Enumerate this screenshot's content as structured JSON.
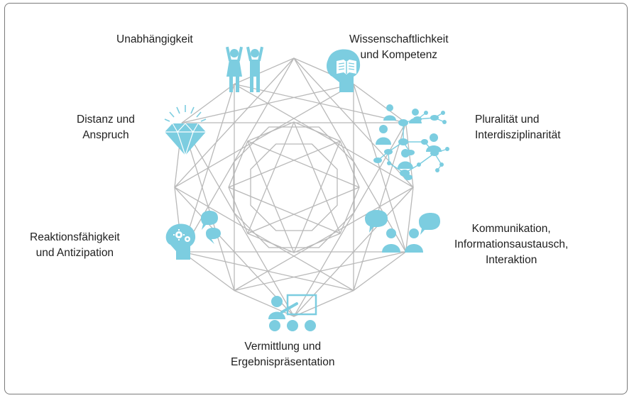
{
  "accent_color": "#7ccde0",
  "line_color": "#b9b9b9",
  "labels": {
    "unabhaengigkeit": {
      "line1": "Unabhängigkeit"
    },
    "wissenschaft": {
      "line1": "Wissenschaftlichkeit",
      "line2": "und Kompetenz"
    },
    "pluralitaet": {
      "line1": "Pluralität und",
      "line2": "Interdisziplinarität"
    },
    "kommunikation": {
      "line1": "Kommunikation,",
      "line2": "Informationsaustausch,",
      "line3": "Interaktion"
    },
    "vermittlung": {
      "line1": "Vermittlung und",
      "line2": "Ergebnispräsentation"
    },
    "reaktion": {
      "line1": "Reaktionsfähigkeit",
      "line2": "und Antizipation"
    },
    "distanz": {
      "line1": "Distanz und",
      "line2": "Anspruch"
    }
  },
  "icons": {
    "unabhaengigkeit": "two-people-raised-arms-icon",
    "wissenschaft": "head-with-book-icon",
    "pluralitaet": "people-network-icon",
    "kommunikation": "two-people-speech-bubbles-icon",
    "vermittlung": "presenter-audience-icon",
    "reaktion": "head-with-gears-icon",
    "distanz": "diamond-icon"
  }
}
